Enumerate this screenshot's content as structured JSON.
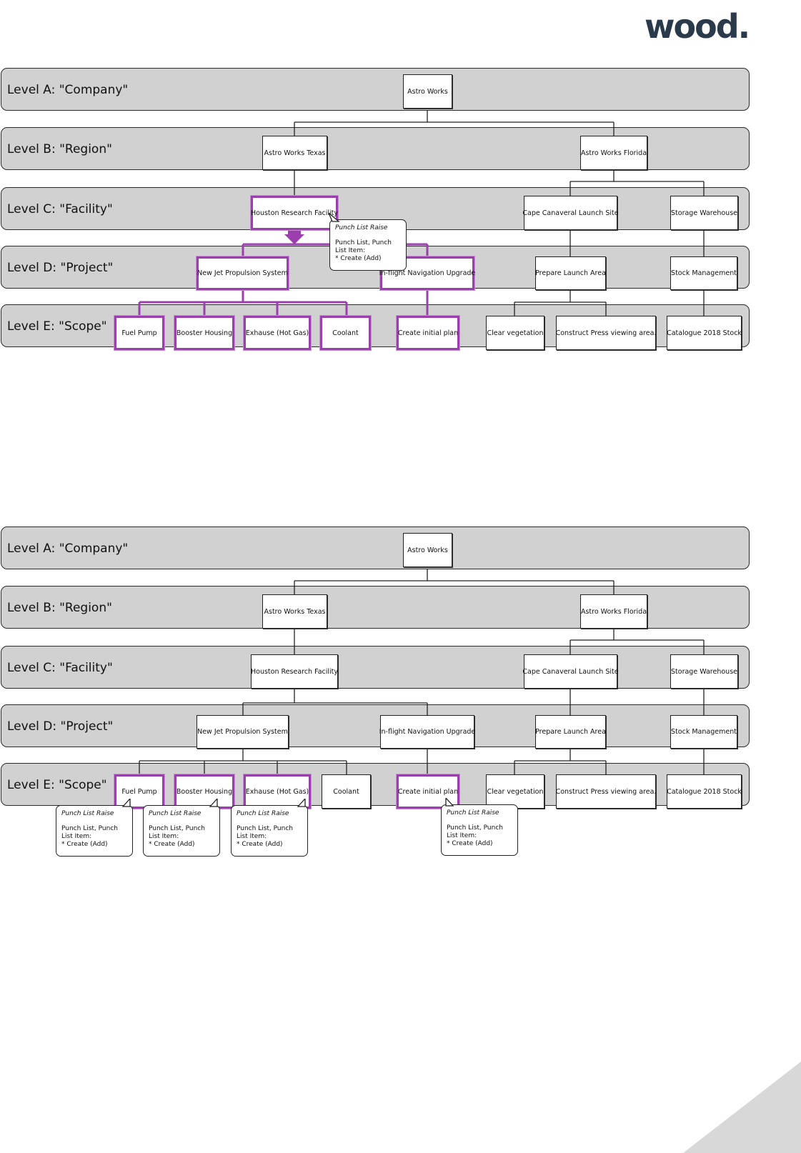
{
  "logo": {
    "text": "wood."
  },
  "levels": [
    "Level A: \"Company\"",
    "Level B: \"Region\"",
    "Level C: \"Facility\"",
    "Level D: \"Project\"",
    "Level E: \"Scope\""
  ],
  "nodes": {
    "astro_works": "Astro Works",
    "texas": "Astro Works Texas",
    "florida": "Astro Works Florida",
    "houston": "Houston Research Facility",
    "cape": "Cape Canaveral Launch Site",
    "storage": "Storage Warehouse",
    "jet": "New Jet Propulsion System",
    "nav": "In-flight Navigation Upgrade",
    "prepare": "Prepare Launch Area",
    "stock": "Stock Management",
    "fuel": "Fuel Pump",
    "booster": "Booster Housing",
    "exhaust": "Exhause (Hot Gas)",
    "coolant": "Coolant",
    "plan": "Create initial plan",
    "clear": "Clear vegetation",
    "press": "Construct Press viewing area.",
    "catalogue": "Catalogue 2018 Stock"
  },
  "callout": {
    "title": "Punch List Raise",
    "body": "Punch List, Punch\nList Item:\n* Create (Add)"
  },
  "colors": {
    "highlight": "#9b3fae",
    "band": "#d1d1d1",
    "logo": "#2a3a4a"
  }
}
